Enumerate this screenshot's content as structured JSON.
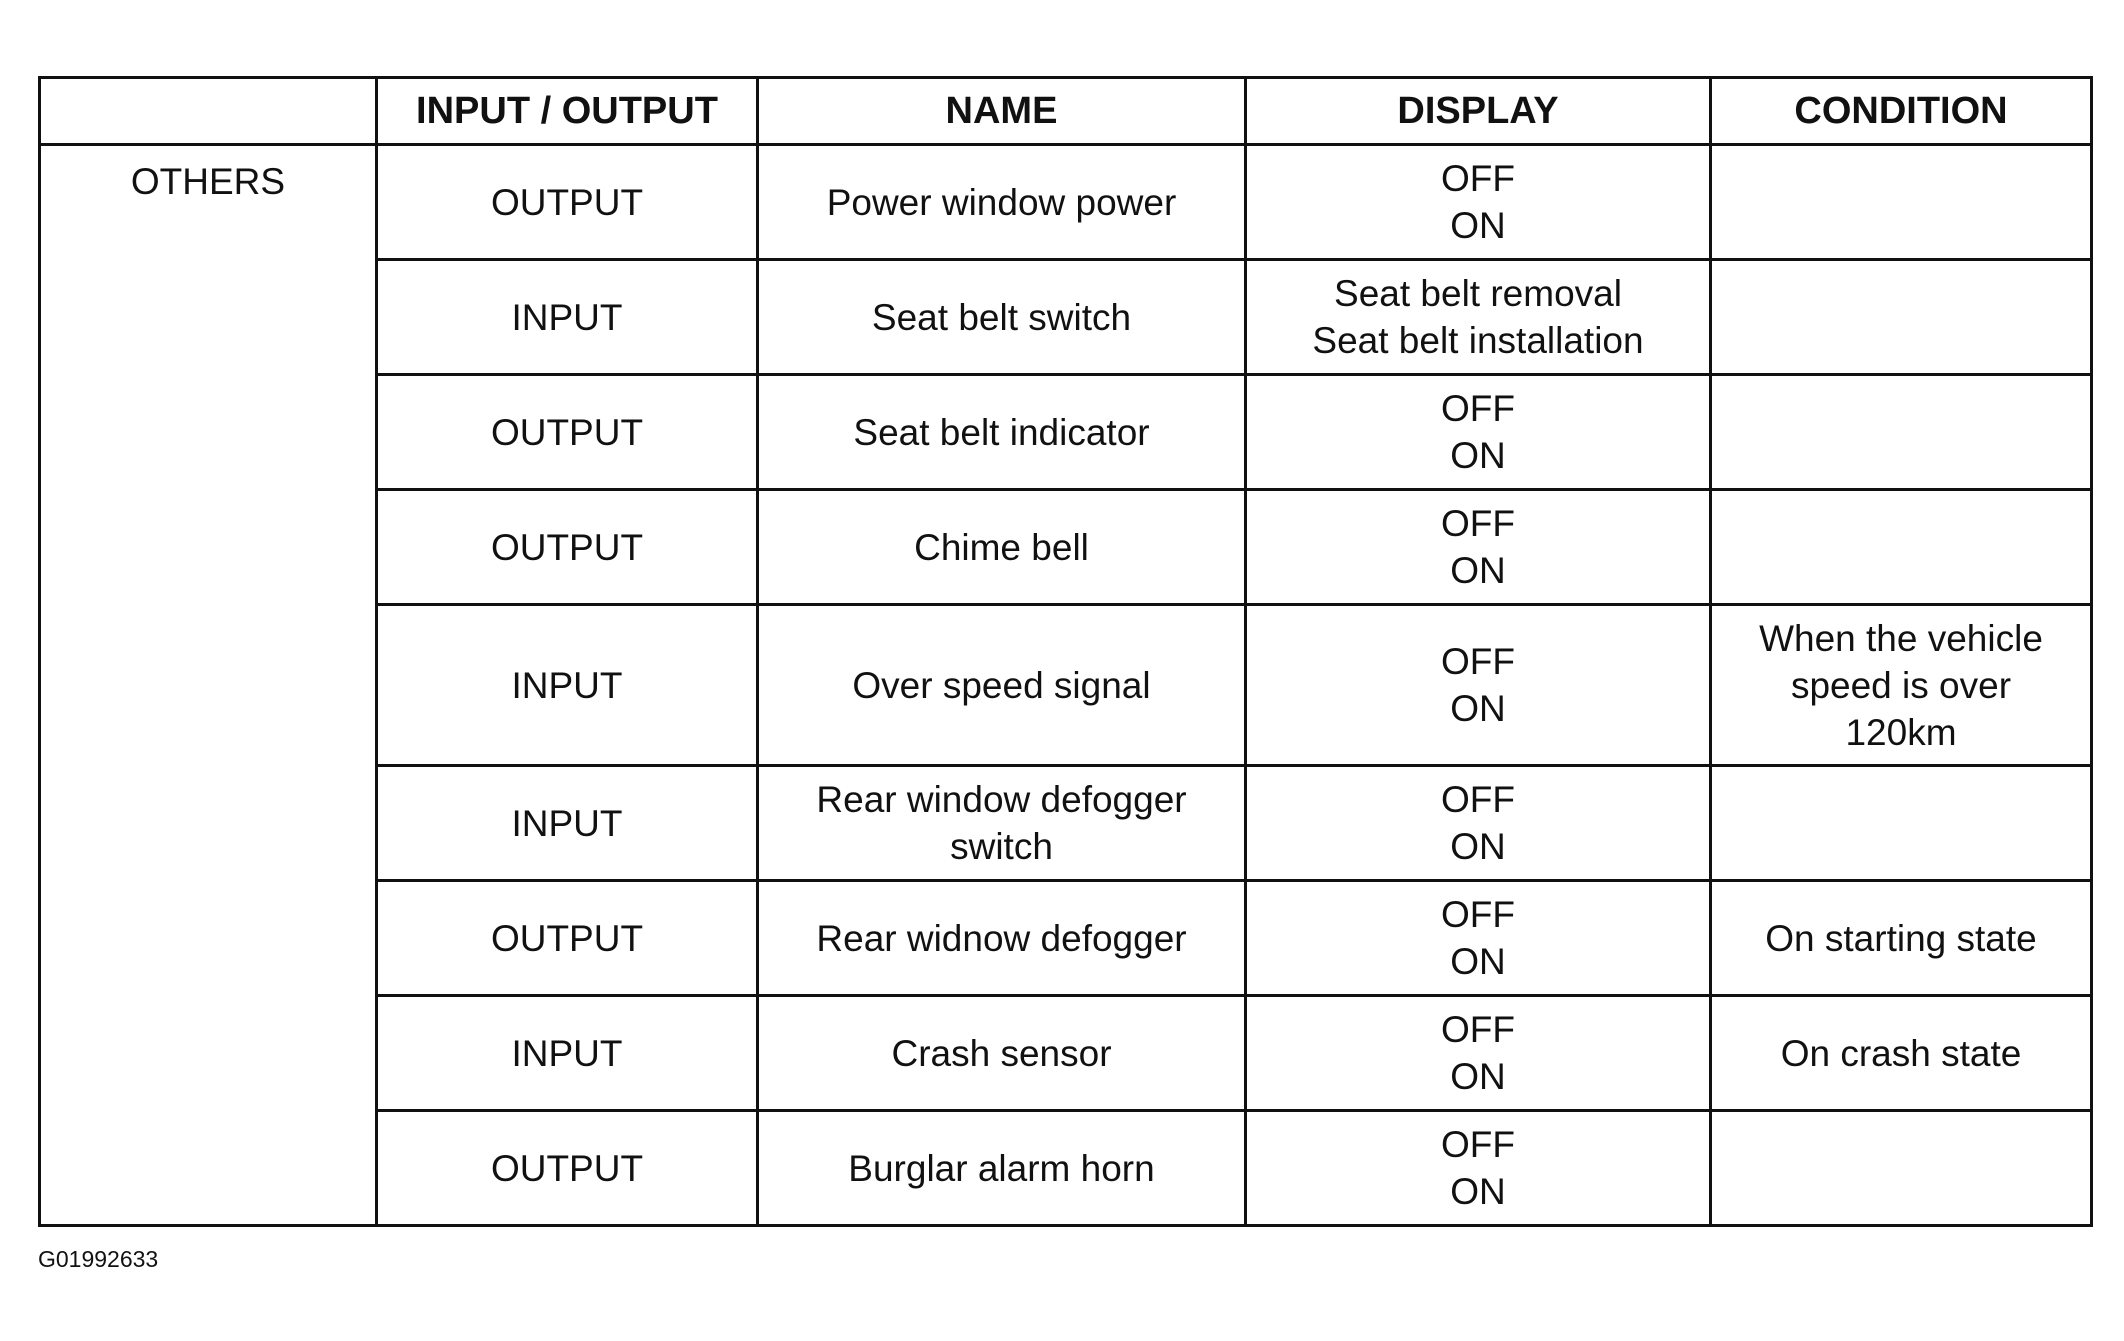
{
  "table": {
    "headers": [
      "",
      "INPUT / OUTPUT",
      "NAME",
      "DISPLAY",
      "CONDITION"
    ],
    "group_label": "OTHERS",
    "rows": [
      {
        "io": "OUTPUT",
        "name": "Power window power",
        "display": "OFF\nON",
        "condition": ""
      },
      {
        "io": "INPUT",
        "name": "Seat belt switch",
        "display": "Seat belt removal\nSeat belt installation",
        "condition": ""
      },
      {
        "io": "OUTPUT",
        "name": "Seat belt indicator",
        "display": "OFF\nON",
        "condition": ""
      },
      {
        "io": "OUTPUT",
        "name": "Chime bell",
        "display": "OFF\nON",
        "condition": ""
      },
      {
        "io": "INPUT",
        "name": "Over speed signal",
        "display": "OFF\nON",
        "condition": "When the vehicle\nspeed is over\n120km"
      },
      {
        "io": "INPUT",
        "name": "Rear window defogger\nswitch",
        "display": "OFF\nON",
        "condition": ""
      },
      {
        "io": "OUTPUT",
        "name": "Rear widnow defogger",
        "display": "OFF\nON",
        "condition": "On starting state"
      },
      {
        "io": "INPUT",
        "name": "Crash sensor",
        "display": "OFF\nON",
        "condition": "On crash state"
      },
      {
        "io": "OUTPUT",
        "name": "Burglar alarm horn",
        "display": "OFF\nON",
        "condition": ""
      }
    ]
  },
  "figure_id": "G01992633"
}
